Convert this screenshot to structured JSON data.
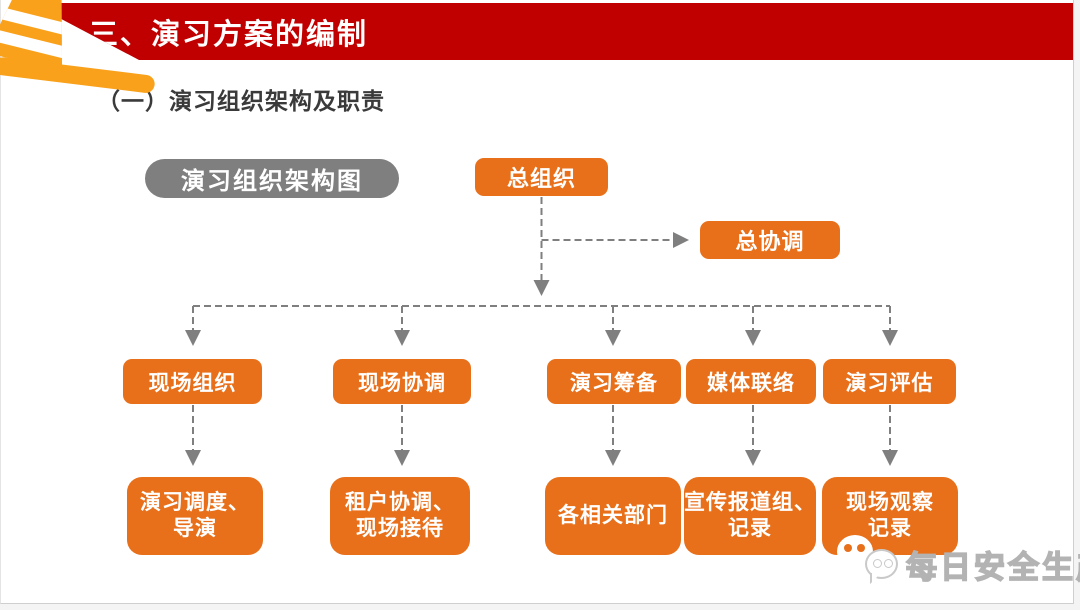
{
  "header": {
    "title": "三、演习方案的编制"
  },
  "subtitle": "（一）演习组织架构及职责",
  "diagram": {
    "pill_label": "演习组织架构图",
    "root": "总组织",
    "coordinator": "总协调",
    "level2": [
      "现场组织",
      "现场协调",
      "演习筹备",
      "媒体联络",
      "演习评估"
    ],
    "level3": [
      "演习调度、\n导演",
      "租户协调、\n现场接待",
      "各相关部门",
      "宣传报道组、\n记录",
      "现场观察\n记录"
    ]
  },
  "watermark": {
    "text": "每日安全生产",
    "icon": "wechat-icon"
  },
  "colors": {
    "banner_red": "#C00000",
    "node_orange": "#E8701A",
    "cone_orange": "#F9A11B",
    "pill_gray": "#7F7F7F",
    "connector_gray": "#7F7F7F",
    "subtitle_text": "#3A3A3A"
  }
}
